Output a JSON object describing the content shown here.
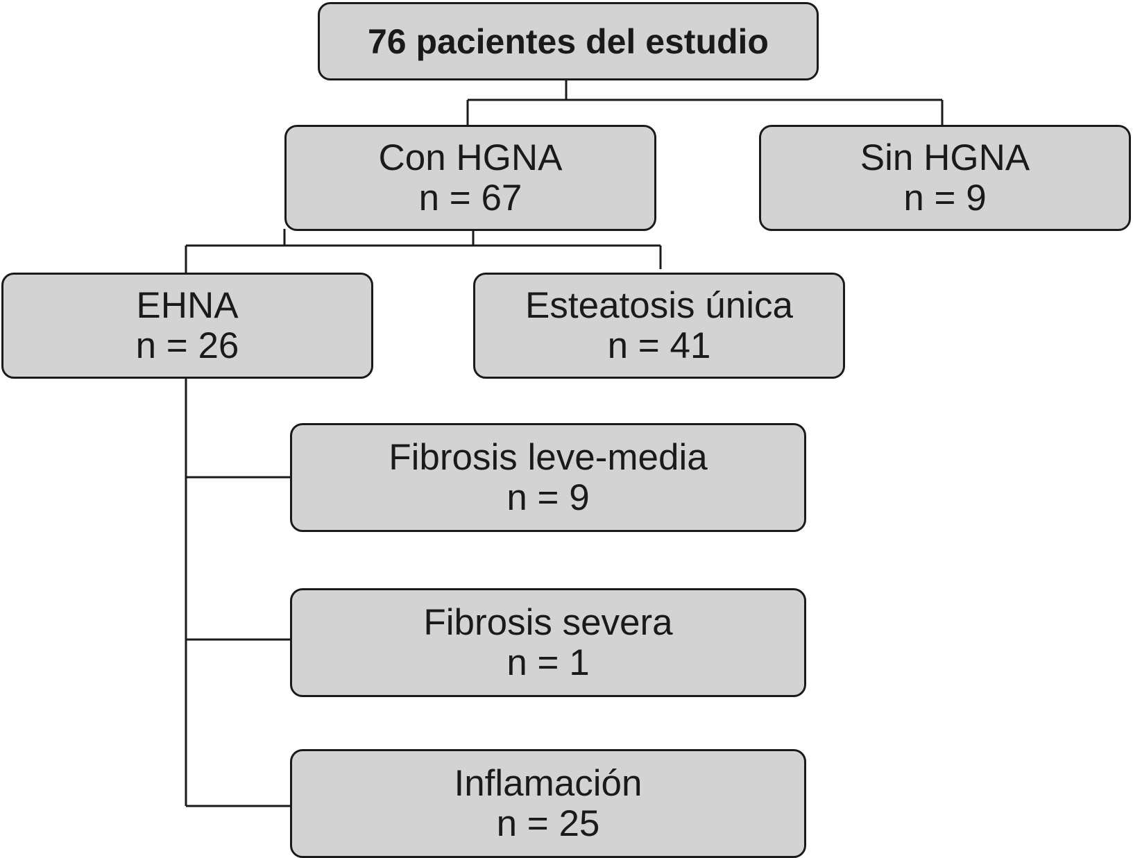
{
  "diagram": {
    "root": {
      "label": "76 pacientes del estudio"
    },
    "con_hgna": {
      "label": "Con HGNA",
      "count": "n = 67"
    },
    "sin_hgna": {
      "label": "Sin HGNA",
      "count": "n = 9"
    },
    "ehna": {
      "label": "EHNA",
      "count": "n = 26"
    },
    "esteatosis": {
      "label": "Esteatosis única",
      "count": "n = 41"
    },
    "fibrosis_leve": {
      "label": "Fibrosis leve-media",
      "count": "n = 9"
    },
    "fibrosis_severa": {
      "label": "Fibrosis severa",
      "count": "n = 1"
    },
    "inflamacion": {
      "label": "Inflamación",
      "count": "n = 25"
    }
  },
  "colors": {
    "box_fill": "#d3d3d3",
    "stroke": "#1a1a1a",
    "background": "#ffffff"
  }
}
